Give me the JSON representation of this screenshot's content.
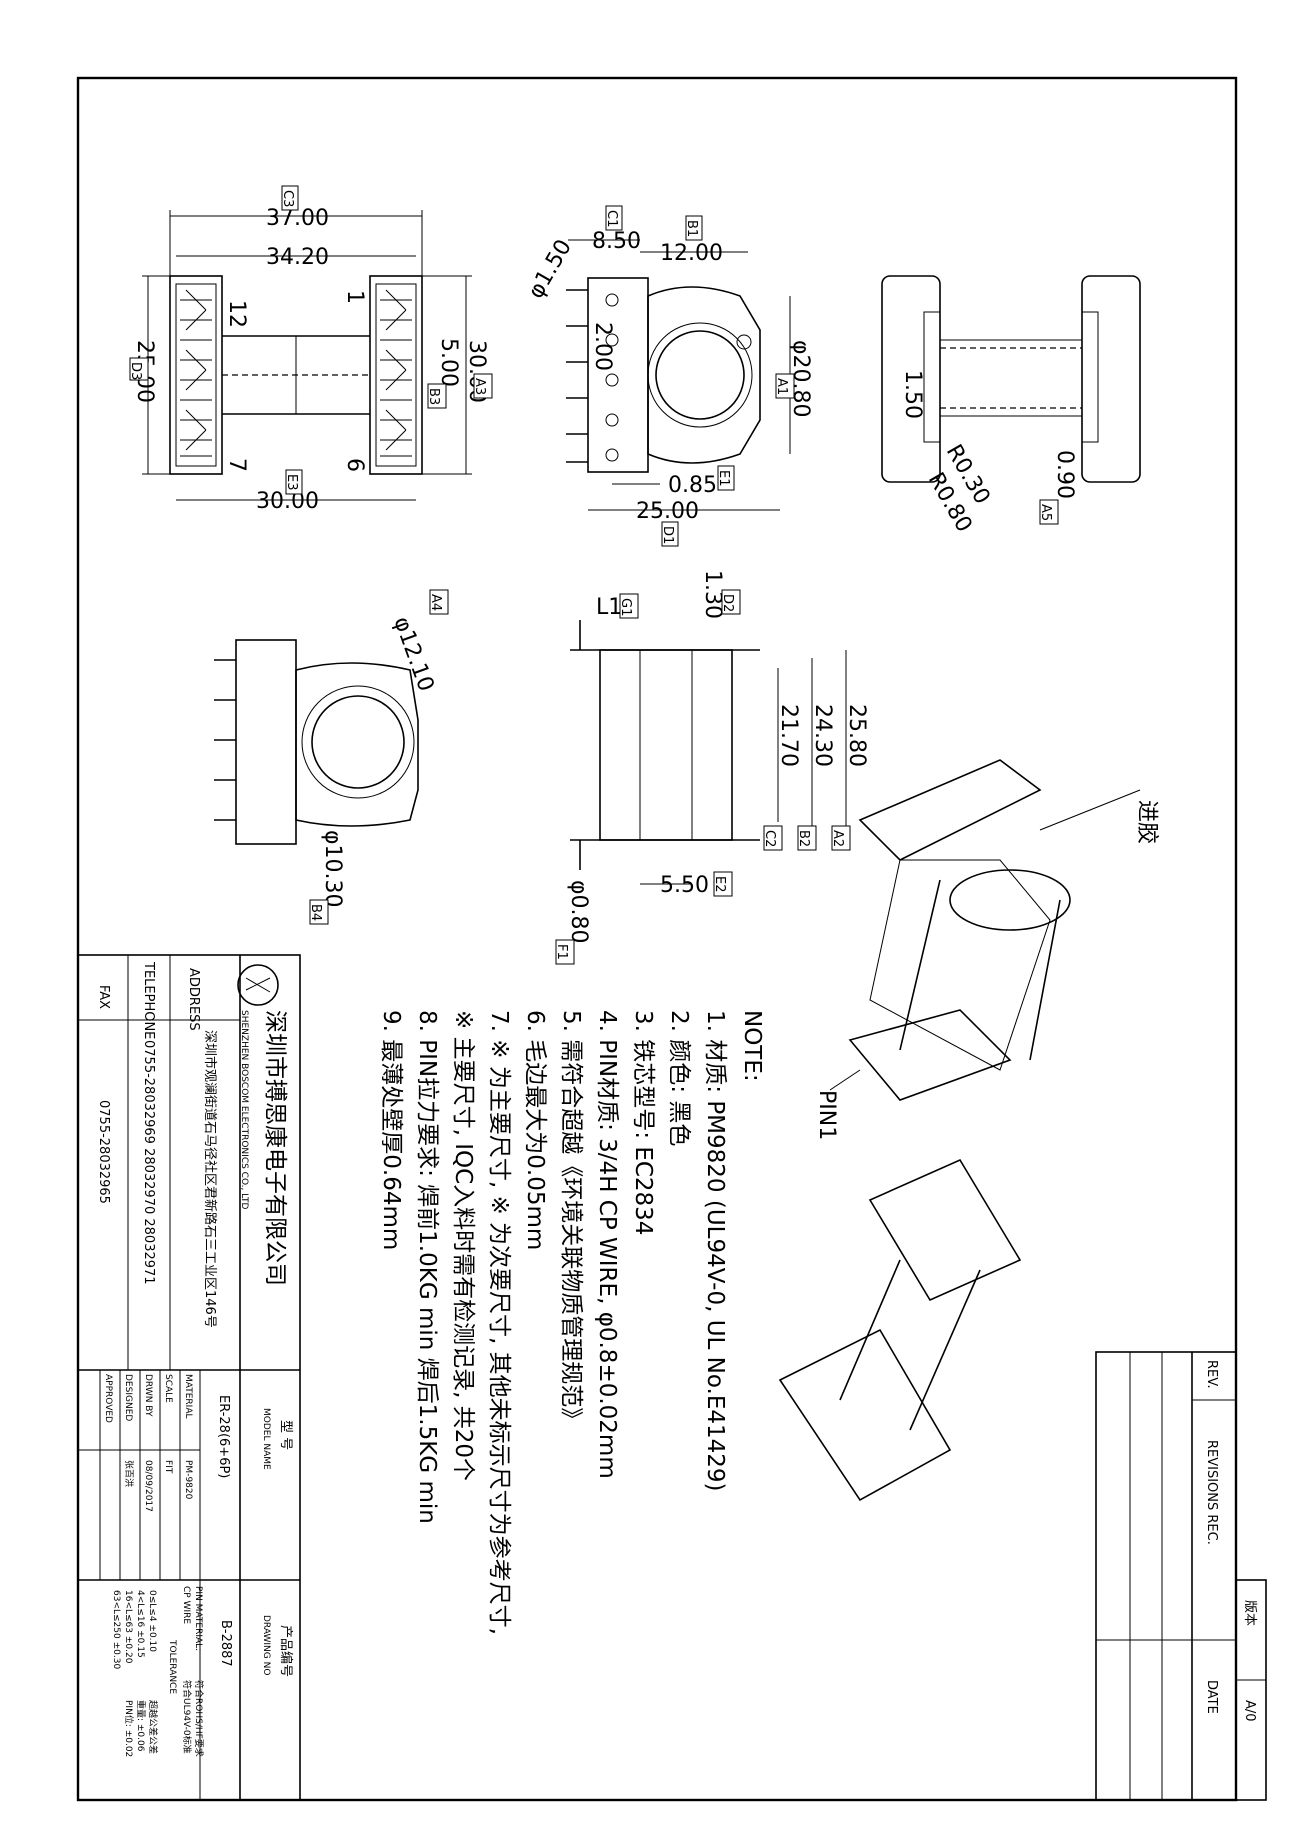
{
  "drawing": {
    "views": {
      "front": {
        "dims": [
          "37.00",
          "34.20",
          "25.00",
          "5.00",
          "30.00",
          "30.00"
        ],
        "tags": [
          "C3",
          "D3",
          "B3",
          "A3",
          "E3"
        ],
        "pin_labels": [
          "12",
          "1",
          "7",
          "6"
        ]
      },
      "side": {
        "dims": [
          "8.50",
          "12.00",
          "φ1.50",
          "2.00",
          "φ20.80",
          "0.85",
          "25.00"
        ],
        "tags": [
          "C1",
          "B1",
          "A1",
          "E1",
          "D1"
        ]
      },
      "top": {
        "dims": [
          "1.50",
          "R0.30",
          "R0.80",
          "0.90"
        ],
        "tags": [
          "A5"
        ]
      },
      "bottom_left": {
        "dims": [
          "φ12.10",
          "φ10.30"
        ],
        "tags": [
          "A4",
          "B4"
        ]
      },
      "bottom_mid": {
        "dims": [
          "L1",
          "1.30",
          "25.80",
          "24.30",
          "21.70",
          "5.50",
          "φ0.80"
        ],
        "tags": [
          "G1",
          "D2",
          "A2",
          "B2",
          "C2",
          "E2",
          "F1"
        ]
      },
      "iso": {
        "labels": [
          "进胶",
          "PIN1"
        ]
      }
    }
  },
  "notes": {
    "heading": "NOTE:",
    "items": [
      "1. 材质: PM9820 (UL94V-0, UL No.E41429)",
      "2. 颜色: 黑色",
      "3. 铁芯型号: EC2834",
      "4. PIN材质: 3/4H CP WIRE, φ0.8±0.02mm",
      "5. 需符合超越《环境关联物质管理规范》",
      "6. 毛边最大为0.05mm",
      "7. ※ 为主要尺寸, ※ 为次要尺寸, 其他未标示尺寸为参考尺寸,",
      "   ※ 主要尺寸, IQC入料时需有检测记录, 共20个",
      "8. PIN拉力要求: 焊前1.0KG min 焊后1.5KG min",
      "9. 最薄处壁厚0.64mm"
    ]
  },
  "title_block": {
    "company_cn": "深圳市搏思康电子有限公司",
    "company_en": "SHENZHEN BOSCOM ELECTRONICS CO., LTD",
    "address_label": "ADDRESS",
    "address": "深圳市观澜街道石马径社区君新路石三工业区146号",
    "telephone_label": "TELEPHONE",
    "telephone": "0755-28032969   28032970   28032971",
    "fax_label": "FAX",
    "fax": "0755-28032965",
    "model_label_cn": "型 号",
    "model_label_en": "MODEL NAME",
    "model": "ER-28(6+6P)",
    "drawing_label_cn": "产品编号",
    "drawing_label_en": "DRAWING NO",
    "drawing_no": "B-2887",
    "material_label": "MATERIAL",
    "material": "PM-9820",
    "scale_label": "SCALE",
    "scale": "FIT",
    "drawn_label": "DRWN BY",
    "drawn_date": "08/09/2017",
    "designed_label": "DESIGNED",
    "designer": "张百洪",
    "approved_label": "APPROVED",
    "pin_material_label": "PIN MATERIAL:",
    "pin_material": "CP WIRE",
    "rohs": "符合ROHS/HF要求",
    "ul": "符合UL94V-0标准",
    "tolerance_label": "TOLERANCE",
    "tolerances": [
      "0≤L≤4    ±0.10",
      "4<L≤16   ±0.15",
      "16<L≤63  ±0.20",
      "63<L≤250 ±0.30"
    ],
    "tol_notes": [
      "超越公差公差",
      "重量: ±0.06",
      "PIN位: ±0.02"
    ]
  },
  "revisions": {
    "rev_label": "REV.",
    "rec_label": "REVISIONS REC.",
    "date_label": "DATE",
    "version_label": "版本",
    "version": "A/0"
  }
}
